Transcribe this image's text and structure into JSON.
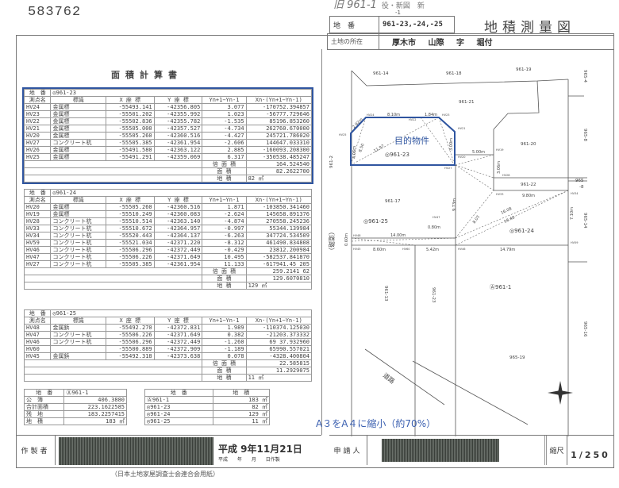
{
  "doc_number": "583762",
  "header": {
    "handwritten_lot": "旧 961-1",
    "handwritten_note": "役・新図　新",
    "lot_label": "地　番",
    "lot_value": "961-23,-24,-25",
    "lot_annotation": "-1",
    "title": "地積測量図",
    "location_label": "土地の所在",
    "location_value": "厚木市 山際 字 堀付"
  },
  "calc_title": "面積計算書",
  "columns": [
    "測点名",
    "標識",
    "X 座 標",
    "Y 座 標",
    "Yn+1−Yn-1",
    "Xn·(Yn+1−Yn-1)"
  ],
  "lot_label": "地　番",
  "sum_labels": [
    "倍 面 積",
    "面 積",
    "地 積"
  ],
  "tables": [
    {
      "lot": "◎961-23",
      "accent": "#2f55a0",
      "rows": [
        [
          "HV24",
          "金属標",
          "-55493.141",
          "-42356.805",
          "3.077",
          "-170752.394857"
        ],
        [
          "HV23",
          "金属標",
          "-55501.202",
          "-42355.992",
          "1.023",
          "-56777.729646"
        ],
        [
          "HV22",
          "金属標",
          "-55502.836",
          "-42355.782",
          "-1.535",
          "85196.853260"
        ],
        [
          "HV21",
          "金属標",
          "-55505.000",
          "-42357.527",
          "-4.734",
          "262760.670000"
        ],
        [
          "HV20",
          "金属標",
          "-55505.260",
          "-42360.516",
          "-4.427",
          "245721.786020"
        ],
        [
          "HV27",
          "コンクリート杭",
          "-55505.385",
          "-42361.954",
          "-2.606",
          "144647.033310"
        ],
        [
          "HV26",
          "金属標",
          "-55491.580",
          "-42363.122",
          "2.885",
          "-160093.208300"
        ],
        [
          "HV25",
          "金属標",
          "-55491.291",
          "-42359.069",
          "6.317",
          "-350538.485247"
        ]
      ],
      "double_area": "164.524540",
      "area": "82.2622700",
      "land_area": "82 ㎡"
    },
    {
      "lot": "◎961-24",
      "rows": [
        [
          "HV20",
          "金属標",
          "-55505.260",
          "-42360.516",
          "1.871",
          "-103850.341460"
        ],
        [
          "HV19",
          "金属標",
          "-55510.249",
          "-42360.083",
          "-2.624",
          "145658.891376"
        ],
        [
          "HV28",
          "コンクリート杭",
          "-55510.514",
          "-42363.140",
          "-4.874",
          "270558.245236"
        ],
        [
          "HV33",
          "コンクリート杭",
          "-55510.672",
          "-42364.957",
          "-0.997",
          "55344.139984"
        ],
        [
          "HV34",
          "コンクリート杭",
          "-55520.443",
          "-42364.137",
          "-6.263",
          "347724.534509"
        ],
        [
          "HV59",
          "コンクリート杭",
          "-55521.034",
          "-42371.220",
          "-8.312",
          "461490.834808"
        ],
        [
          "HV46",
          "コンクリート杭",
          "-55506.296",
          "-42372.449",
          "-0.429",
          "23812.200984"
        ],
        [
          "HV47",
          "コンクリート杭",
          "-55506.226",
          "-42371.649",
          "10.495",
          "-582537.841870"
        ],
        [
          "HV27",
          "コンクリート杭",
          "-55505.385",
          "-42361.954",
          "11.133",
          "-617941.45 205"
        ]
      ],
      "double_area": "259.2141 62",
      "area": "129.6070810",
      "land_area": "129 ㎡"
    },
    {
      "lot": "◎961-25",
      "rows": [
        [
          "HV48",
          "金属鋲",
          "-55492.270",
          "-42372.831",
          "1.989",
          "-110374.125030"
        ],
        [
          "HV47",
          "コンクリート杭",
          "-55506.226",
          "-42371.649",
          "0.382",
          "-21203.373332"
        ],
        [
          "HV46",
          "コンクリート杭",
          "-55506.296",
          "-42372.449",
          "-1.260",
          "69 37.932960"
        ],
        [
          "HV60",
          "",
          "-55500.889",
          "-42372.909",
          "-1.189",
          "65990.557021"
        ],
        [
          "HV45",
          "金属鋲",
          "-55492.318",
          "-42373.638",
          "0.078",
          "-4328.400804"
        ]
      ],
      "double_area": "22.585815",
      "area": "11.2929075",
      "land_area": "11 ㎡"
    }
  ],
  "remainder": {
    "lot": "Ⓐ961-1",
    "rows": [
      [
        "公　簿",
        "406.3880"
      ],
      [
        "合計面積",
        "223.1622585"
      ],
      [
        "残　地",
        "183.2257415"
      ],
      [
        "地　積",
        "183 ㎡"
      ]
    ]
  },
  "summary": {
    "headers": [
      "地　番",
      "地　積"
    ],
    "rows": [
      [
        "Ⓐ961-1",
        "183 ㎡"
      ],
      [
        "◎961-23",
        "82 ㎡"
      ],
      [
        "◎961-24",
        "129 ㎡"
      ],
      [
        "◎961-25",
        "11 ㎡"
      ]
    ]
  },
  "map": {
    "labels": [
      "961-14",
      "961-18",
      "961-19",
      "965-4",
      "961-21",
      "961-20",
      "965-8",
      "961-22",
      "965",
      "-8",
      "961-17",
      "965-14",
      "961-2",
      "（道路）",
      "961-13",
      "961-23",
      "965-19",
      "965-16",
      "道路"
    ],
    "target_label": "目的物件",
    "lots": [
      "◎961-23",
      "◎961-25",
      "◎961-24",
      "Ⓐ961-1"
    ],
    "dims": [
      "8.10m",
      "1.84m",
      "5.00m",
      "3.06m",
      "9.80m",
      "7.10m",
      "14.00m",
      "8.60m",
      "5.42m",
      "14.79m",
      "0.80m",
      "9.73m",
      "16.08",
      "16.40",
      "8.03",
      "4.06m",
      "8.50",
      "11.97",
      "3.00m",
      "2.82m",
      "0.60m"
    ],
    "points": [
      "HV24",
      "HV23",
      "HV22",
      "HV21",
      "HV25",
      "HV20",
      "HV19",
      "HV27",
      "HV28",
      "HV33",
      "HV34",
      "HV47",
      "HV48",
      "HV45",
      "HV60",
      "HV46",
      "HV59"
    ],
    "outline_color": "#2f55a0"
  },
  "reduction_note": "A３をA４に縮小（約70%）",
  "footer": {
    "maker_label": "作製者",
    "date": "平成 9年11月21日",
    "date_caption": "平成 年 月 日作製",
    "applicant_label": "申請人",
    "scale_label": "縮尺",
    "scale_value": "1/250",
    "paper_note": "（日本土地家屋調査士会連合会用紙）"
  }
}
